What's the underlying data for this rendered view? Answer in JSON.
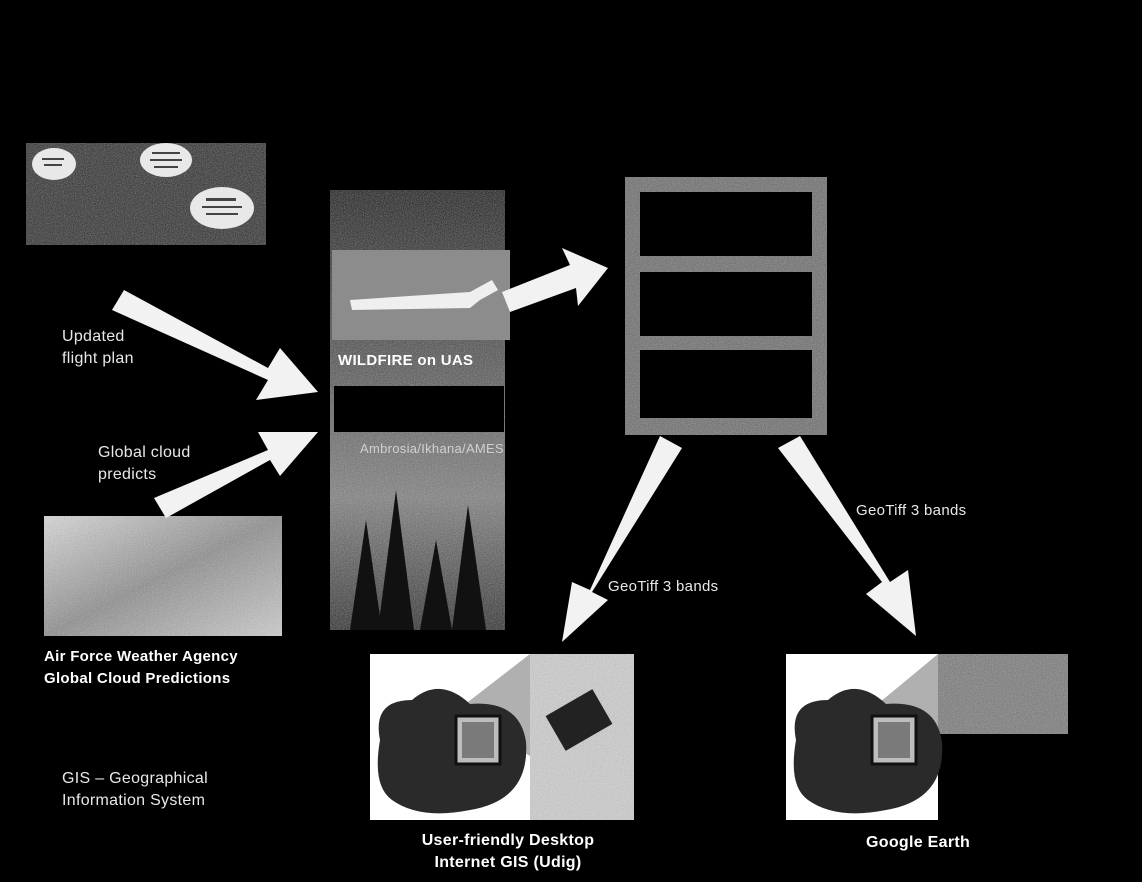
{
  "labels": {
    "updated_flight_plan": [
      "Updated",
      "flight plan"
    ],
    "global_cloud_predicts": [
      "Global cloud",
      "predicts"
    ],
    "wildfire": "WILDFIRE on UAS",
    "ambrosia": "Ambrosia/Ikhana/AMES",
    "afwa": [
      "Air Force Weather Agency",
      "Global Cloud Predictions"
    ],
    "gis": [
      "GIS – Geographical",
      "Information System"
    ],
    "geotiff_left": "GeoTiff 3 bands",
    "geotiff_right": "GeoTiff 3 bands",
    "desktop_gis": [
      "User-friendly Desktop",
      "Internet GIS (Udig)"
    ],
    "google_earth": "Google Earth"
  },
  "colors": {
    "background": "#000000",
    "arrow": "#f2f2f2",
    "server_frame": "#6a6a6a",
    "server_slot": "#000000"
  }
}
